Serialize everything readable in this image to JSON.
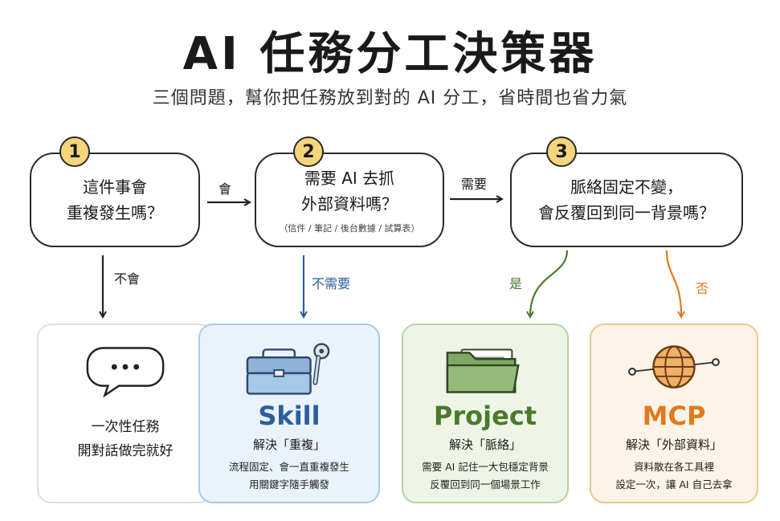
{
  "header": {
    "title": "AI 任務分工決策器",
    "subtitle": "三個問題，幫你把任務放到對的 AI 分工，省時間也省力氣"
  },
  "questions": [
    {
      "number": "1",
      "text": "這件事會\n重複發生嗎？"
    },
    {
      "number": "2",
      "text": "需要 AI 去抓\n外部資料嗎？",
      "note": "（信件 / 筆記 / 後台數據 / 試算表）"
    },
    {
      "number": "3",
      "text": "脈絡固定不變，\n會反覆回到同一背景嗎？"
    }
  ],
  "arrow_labels": {
    "q1_to_q2": "會",
    "q2_to_q3": "需要",
    "q1_down": "不會",
    "q2_down": "不需要",
    "q3_yes": "是",
    "q3_no": "否"
  },
  "outcomes": {
    "oneoff": {
      "text": "一次性任務\n開對話做完就好"
    },
    "skill": {
      "name": "Skill",
      "solves": "解決「重複」",
      "desc": "流程固定、會一直重複發生\n用關鍵字隨手觸發"
    },
    "project": {
      "name": "Project",
      "solves": "解決「脈絡」",
      "desc": "需要 AI 記住一大包穩定背景\n反覆回到同一個場景工作"
    },
    "mcp": {
      "name": "MCP",
      "solves": "解決「外部資料」",
      "desc": "資料散在各工具裡\n設定一次，讓 AI 自己去拿"
    }
  },
  "colors": {
    "skill": "#2d5f9a",
    "project": "#4a7a2c",
    "mcp": "#e07a1f",
    "badge": "#f6d57a"
  },
  "icons": {
    "oneoff": "speech-bubble-icon",
    "skill": "toolbox-icon",
    "project": "folder-icon",
    "mcp": "globe-icon"
  }
}
